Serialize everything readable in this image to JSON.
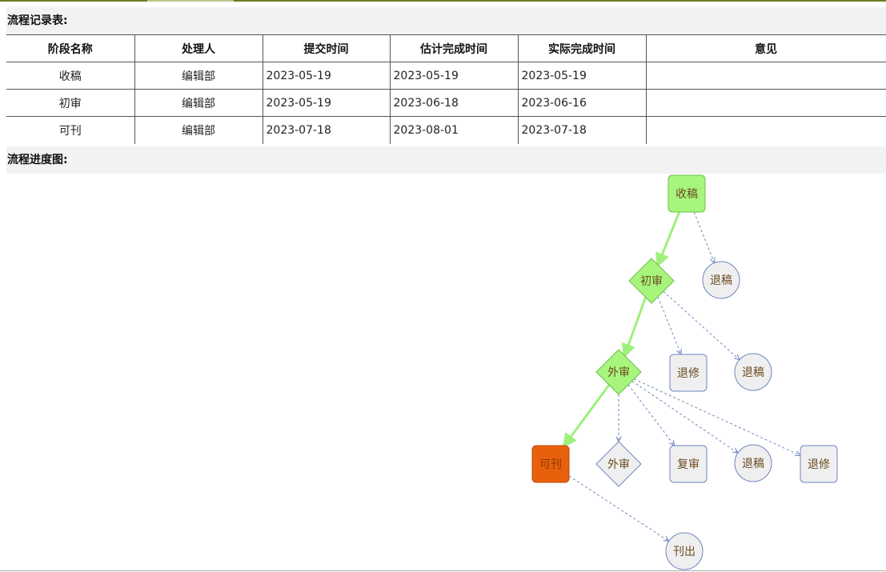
{
  "records_section": {
    "title": "流程记录表:"
  },
  "table": {
    "headers": [
      "阶段名称",
      "处理人",
      "提交时间",
      "估计完成时间",
      "实际完成时间",
      "意见"
    ],
    "rows": [
      [
        "收稿",
        "编辑部",
        "2023-05-19",
        "2023-05-19",
        "2023-05-19",
        ""
      ],
      [
        "初审",
        "编辑部",
        "2023-05-19",
        "2023-06-18",
        "2023-06-16",
        ""
      ],
      [
        "可刊",
        "编辑部",
        "2023-07-18",
        "2023-08-01",
        "2023-07-18",
        ""
      ]
    ]
  },
  "progress_section": {
    "title": "流程进度图:"
  },
  "flow": {
    "colors": {
      "done_fill": "#a7f57c",
      "done_stroke": "#6fbf4e",
      "current_fill": "#e8600c",
      "current_stroke": "#b84a07",
      "pending_fill": "#efefef",
      "pending_stroke": "#6d86c0",
      "label_done": "#6b4a1f",
      "label_current": "#8a3a08",
      "label_pending": "#6b4a1f",
      "main_edge": "#9ef07a",
      "branch_edge": "#6d86c0"
    },
    "nodes": {
      "n_shougao": {
        "label": "收稿",
        "shape": "rounded-rect",
        "state": "done"
      },
      "n_tuigao1": {
        "label": "退稿",
        "shape": "circle",
        "state": "pending"
      },
      "n_chushen": {
        "label": "初审",
        "shape": "diamond",
        "state": "done"
      },
      "n_tuixiu1": {
        "label": "退修",
        "shape": "rounded-rect",
        "state": "pending"
      },
      "n_tuigao2": {
        "label": "退稿",
        "shape": "circle",
        "state": "pending"
      },
      "n_waishen": {
        "label": "外审",
        "shape": "diamond",
        "state": "done"
      },
      "n_kekan": {
        "label": "可刊",
        "shape": "rounded-rect",
        "state": "current"
      },
      "n_waishen2": {
        "label": "外审",
        "shape": "diamond",
        "state": "pending"
      },
      "n_fushen": {
        "label": "复审",
        "shape": "rounded-rect",
        "state": "pending"
      },
      "n_tuigao3": {
        "label": "退稿",
        "shape": "circle",
        "state": "pending"
      },
      "n_tuixiu2": {
        "label": "退修",
        "shape": "rounded-rect",
        "state": "pending"
      },
      "n_kanchu": {
        "label": "刊出",
        "shape": "circle",
        "state": "pending"
      }
    },
    "edges": [
      {
        "from": "n_shougao",
        "to": "n_chushen",
        "kind": "main"
      },
      {
        "from": "n_shougao",
        "to": "n_tuigao1",
        "kind": "branch"
      },
      {
        "from": "n_chushen",
        "to": "n_waishen",
        "kind": "main"
      },
      {
        "from": "n_chushen",
        "to": "n_tuixiu1",
        "kind": "branch"
      },
      {
        "from": "n_chushen",
        "to": "n_tuigao2",
        "kind": "branch"
      },
      {
        "from": "n_waishen",
        "to": "n_kekan",
        "kind": "main"
      },
      {
        "from": "n_waishen",
        "to": "n_waishen2",
        "kind": "branch"
      },
      {
        "from": "n_waishen",
        "to": "n_fushen",
        "kind": "branch"
      },
      {
        "from": "n_waishen",
        "to": "n_tuigao3",
        "kind": "branch"
      },
      {
        "from": "n_waishen",
        "to": "n_tuixiu2",
        "kind": "branch"
      },
      {
        "from": "n_kekan",
        "to": "n_kanchu",
        "kind": "branch"
      }
    ]
  }
}
